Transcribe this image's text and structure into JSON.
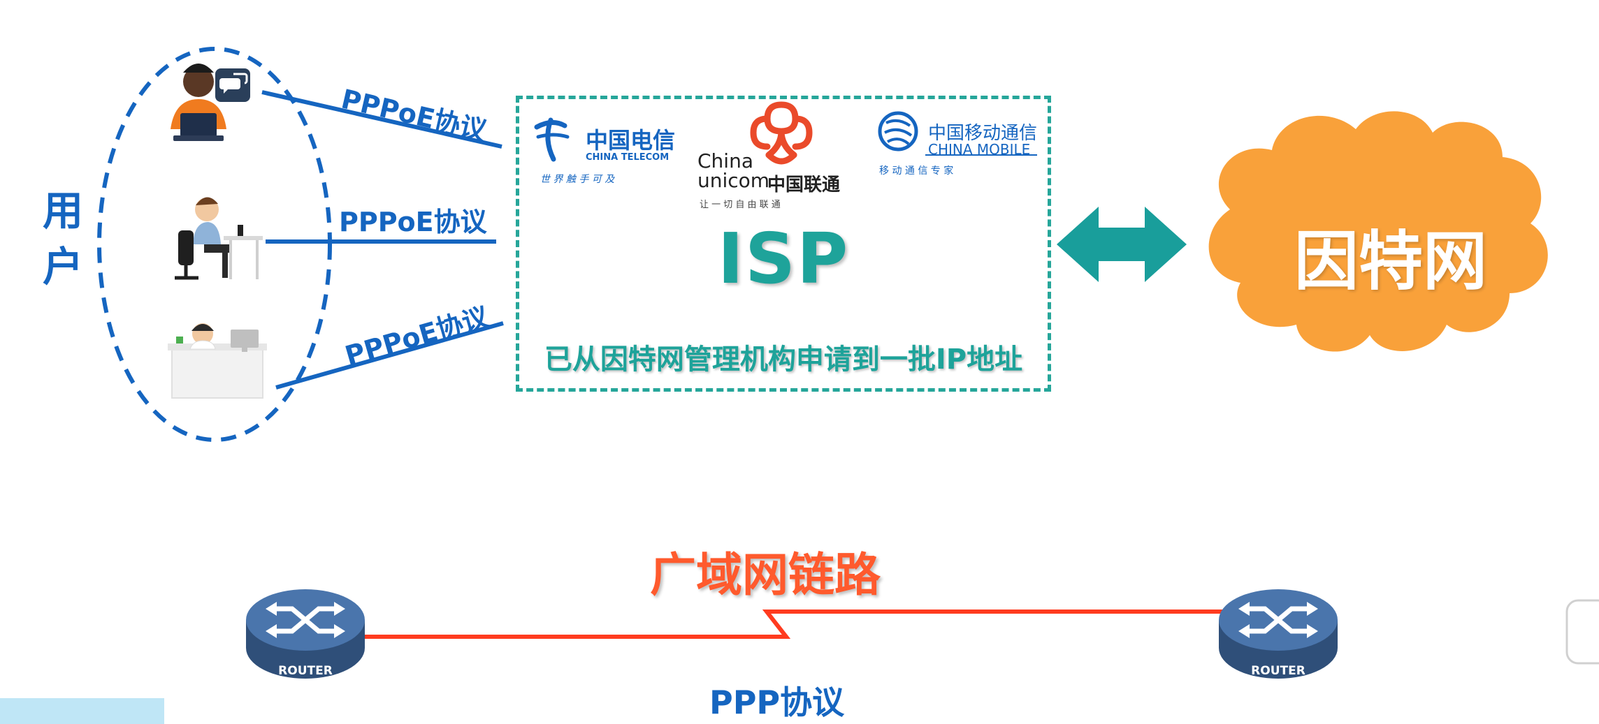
{
  "users": {
    "label": "用户"
  },
  "links": {
    "pppoe_labels": [
      "PPPoE协议",
      "PPPoE协议",
      "PPPoE协议"
    ]
  },
  "isp": {
    "title": "ISP",
    "note": "已从因特网管理机构申请到一批IP地址",
    "telecom": {
      "cn": "中国电信",
      "en": "CHINA TELECOM",
      "slogan": "世 界 触 手 可 及"
    },
    "unicom": {
      "en_top": "China",
      "en_bottom": "unicom",
      "cn": "中国联通",
      "slogan": "让 一 切 自 由 联 通"
    },
    "mobile": {
      "cn": "中国移动通信",
      "en": "CHINA MOBILE",
      "slogan": "移 动 通 信 专 家"
    }
  },
  "internet": {
    "label": "因特网"
  },
  "wan": {
    "label": "广域网链路",
    "protocol": "PPP协议",
    "router_caption_left": "ROUTER",
    "router_caption_right": "ROUTER"
  },
  "colors": {
    "blue": "#1565c0",
    "teal": "#26a69a",
    "orange_cloud": "#f9a13a",
    "red_link": "#ff3b1f"
  }
}
